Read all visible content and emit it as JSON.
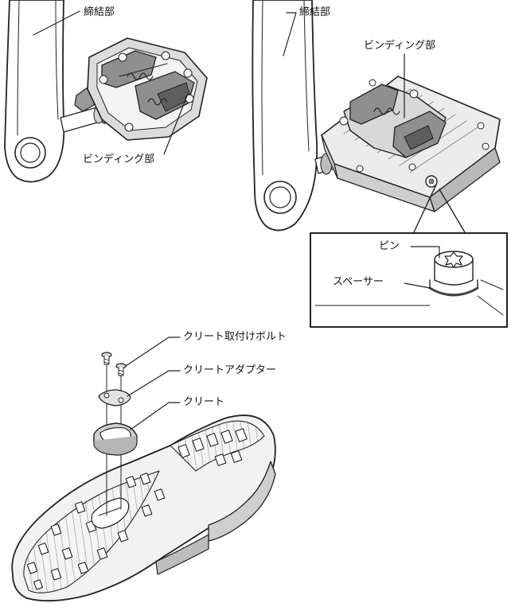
{
  "labels": {
    "left_fastening": "締結部",
    "left_binding": "ビンディング部",
    "right_fastening": "締結部",
    "right_binding": "ビンディング部",
    "pin": "ピン",
    "spacer": "スペーサー",
    "cleat_bolt": "クリート取付けボルト",
    "cleat_adapter": "クリートアダプター",
    "cleat": "クリート"
  },
  "colors": {
    "line": "#222222",
    "metal_light": "#d4d4d4",
    "metal_mid": "#a8a8a8",
    "metal_dark": "#6e6e6e",
    "sole": "#f2f2f2"
  }
}
